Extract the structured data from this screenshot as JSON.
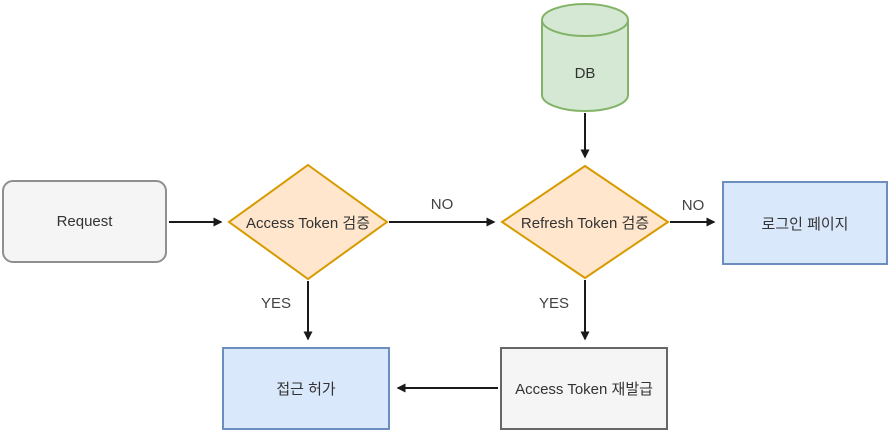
{
  "diagram": {
    "title": "token-auth-flowchart",
    "nodes": {
      "request": {
        "label": "Request",
        "shape": "rounded-rectangle",
        "fill": "#f5f5f5",
        "stroke": "#8f8f8f"
      },
      "access_token_check": {
        "label": "Access Token 검증",
        "shape": "diamond",
        "fill": "#ffe6cc",
        "stroke": "#d79b00"
      },
      "db": {
        "label": "DB",
        "shape": "cylinder",
        "fill": "#d5e8d4",
        "stroke": "#82b366"
      },
      "refresh_token_check": {
        "label": "Refresh Token 검증",
        "shape": "diamond",
        "fill": "#ffe6cc",
        "stroke": "#d79b00"
      },
      "login_page": {
        "label": "로그인 페이지",
        "shape": "rectangle",
        "fill": "#dae8fc",
        "stroke": "#6c8ebf"
      },
      "access_grant": {
        "label": "접근 허가",
        "shape": "rectangle",
        "fill": "#dae8fc",
        "stroke": "#6c8ebf"
      },
      "token_reissue": {
        "label": "Access Token 재발급",
        "shape": "rectangle",
        "fill": "#f5f5f5",
        "stroke": "#666666"
      }
    },
    "edges": {
      "request_to_access_check": {
        "label": ""
      },
      "access_check_to_refresh_check": {
        "label": "NO"
      },
      "access_check_to_grant": {
        "label": "YES"
      },
      "db_to_refresh_check": {
        "label": ""
      },
      "refresh_check_to_login": {
        "label": "NO"
      },
      "refresh_check_to_reissue": {
        "label": "YES"
      },
      "reissue_to_grant": {
        "label": ""
      }
    },
    "colors": {
      "arrow": "#1a1a1a",
      "text": "#333333",
      "background": "#ffffff"
    }
  }
}
